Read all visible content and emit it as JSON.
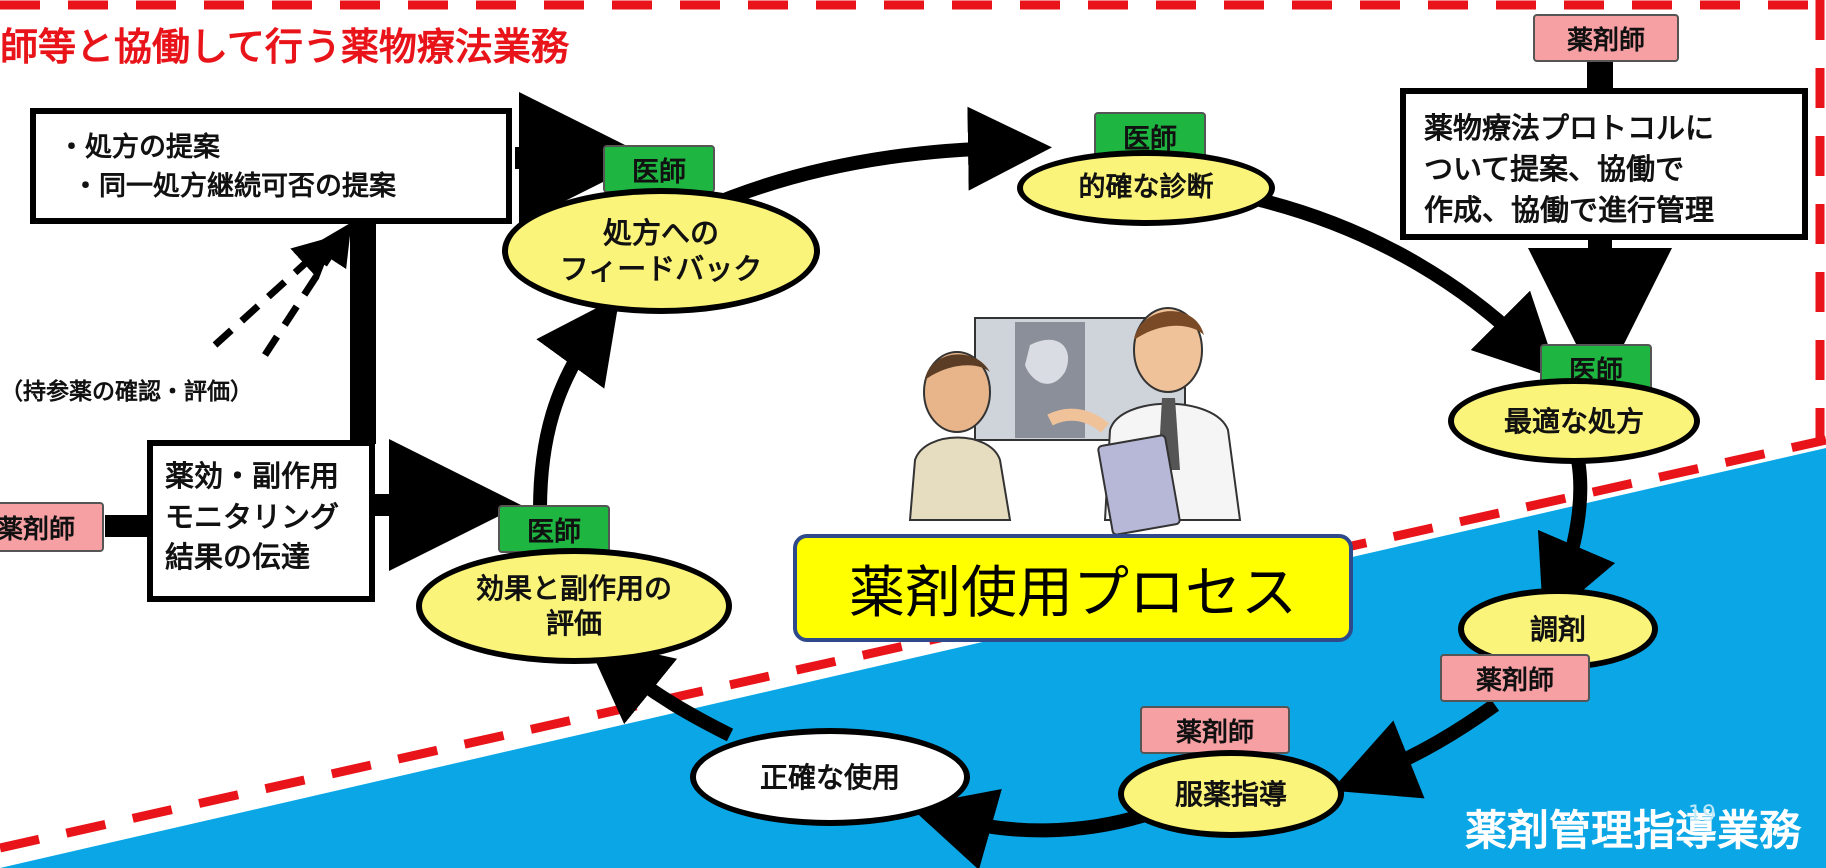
{
  "title": "師等と協働して行う薬物療法業務",
  "left_box": {
    "lines": [
      "・処方の提案",
      "・同一処方継続可否の提案"
    ]
  },
  "bring_in_label": "（持参薬の確認・評価）",
  "monitor_box": {
    "lines": [
      "薬効・副作用",
      "モニタリング",
      "結果の伝達"
    ]
  },
  "protocol_box": {
    "lines": [
      "薬物療法プロトコルに",
      "ついて提案、協働で",
      "作成、協働で進行管理"
    ]
  },
  "roles": {
    "doctor": "医師",
    "pharmacist": "薬剤師"
  },
  "pharmacist_left_partial": "薬剤師",
  "nodes": {
    "feedback": [
      "処方への",
      "フィードバック"
    ],
    "diagnosis": [
      "的確な診断"
    ],
    "optimal": [
      "最適な処方"
    ],
    "dispensing": [
      "調剤"
    ],
    "guidance": [
      "服薬指導"
    ],
    "correct_use": [
      "正確な使用"
    ],
    "evaluation": [
      "効果と副作用の",
      "評価"
    ]
  },
  "center_label": "薬剤使用プロセス",
  "bottom_right_label": "薬剤管理指導業務",
  "page_number": "19",
  "colors": {
    "title_red": "#e8141a",
    "dash_red": "#e8141a",
    "blue_bg": "#0aa6e6",
    "doctor_green": "#1fb541",
    "pharmacist_pink": "#f7a0a4",
    "oval_yellow": "#fbf47a",
    "center_label_bg": "#ffff00",
    "center_label_border": "#2f4a8a"
  }
}
